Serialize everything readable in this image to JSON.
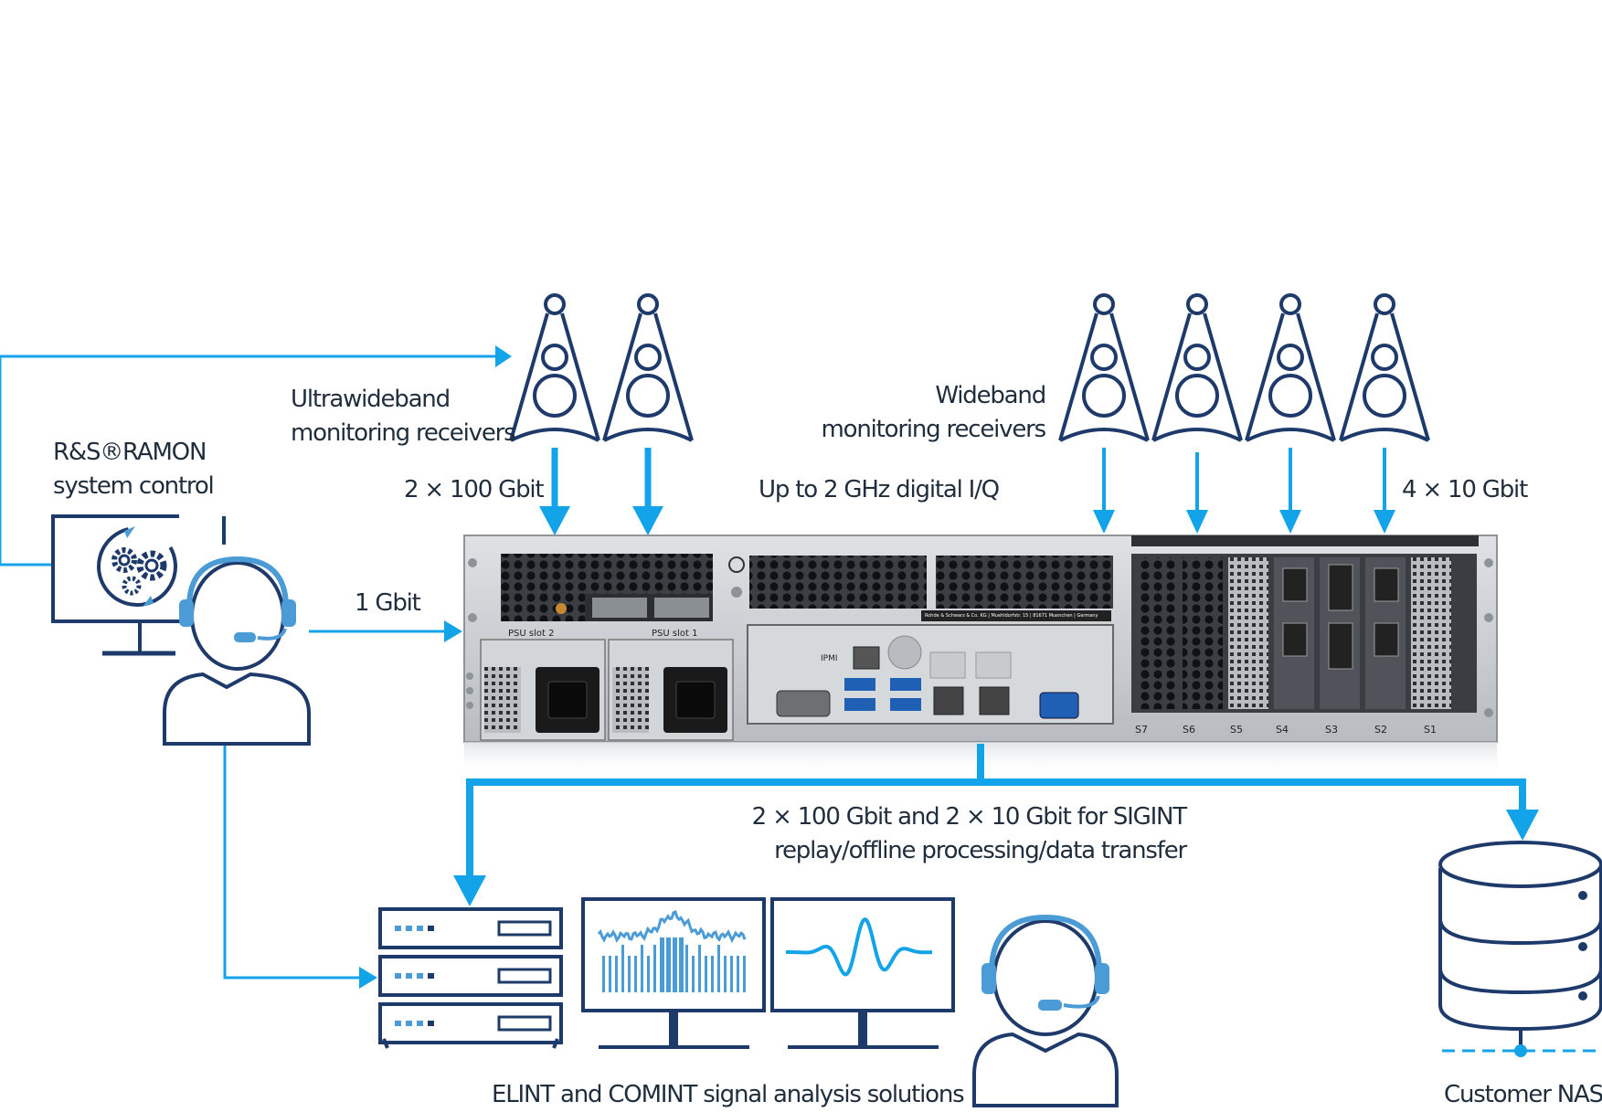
{
  "labels": {
    "ramon_line1": "R&S®RAMON",
    "ramon_line2": "system control",
    "uwb_line1": "Ultrawideband",
    "uwb_line2": "monitoring receivers",
    "wb_line1": "Wideband",
    "wb_line2": "monitoring receivers",
    "uwb_rate": "2 × 100 Gbit",
    "iq_rate": "Up to 2 GHz digital I/Q",
    "wb_rate": "4 × 10 Gbit",
    "control_rate": "1 Gbit",
    "sigint_line1": "2 × 100 Gbit and 2 × 10 Gbit for SIGINT",
    "sigint_line2": "replay/offline processing/data transfer",
    "analysis": "ELINT and COMINT signal analysis solutions",
    "nas": "Customer NAS"
  },
  "device": {
    "psu_slot_2": "PSU slot 2",
    "psu_slot_1": "PSU slot 1",
    "ipmi": "IPMI",
    "manufacturer_plate": "Rohde & Schwarz & Co. KG | Muehldorfstr. 15 | 81671 Muenchen | Germany",
    "slots": [
      "S7",
      "S6",
      "S5",
      "S4",
      "S3",
      "S2",
      "S1"
    ]
  },
  "colors": {
    "navy": "#1d3a6b",
    "accent_blue": "#12a3e8",
    "light_blue": "#4a9bd6",
    "chassis": "#c9ccd0"
  }
}
